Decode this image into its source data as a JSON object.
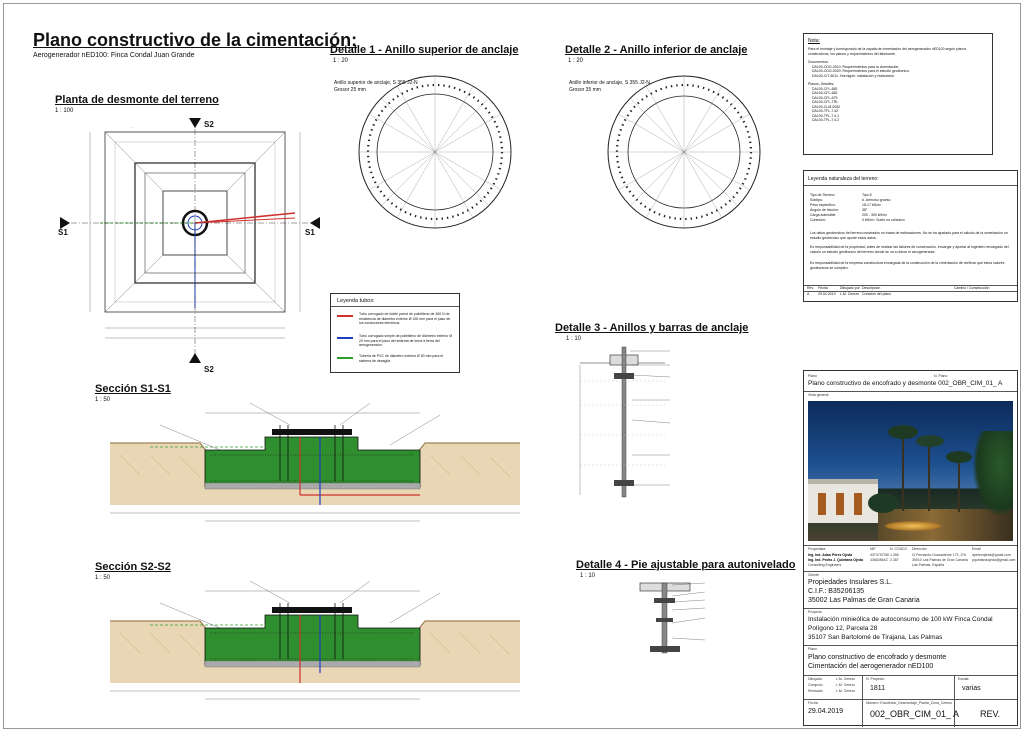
{
  "header": {
    "title": "Plano constructivo de la cimentación:",
    "subtitle": "Aerogenerador nED100: Finca Condal Juan Grande"
  },
  "plan": {
    "title": "Planta de desmonte del terreno",
    "scale": "1 : 100",
    "s1": "S1",
    "s2": "S2"
  },
  "detail1": {
    "title": "Detalle 1 - Anillo superior de anclaje",
    "scale": "1 : 20",
    "label1": "Anillo superior de anclaje, S 355 J2-N",
    "label2": "Grosor 25 mm"
  },
  "detail2": {
    "title": "Detalle 2 - Anillo inferior de anclaje",
    "scale": "1 : 20",
    "label1": "Anillo inferior de anclaje, S 355 J2-N",
    "label2": "Grosor 35 mm"
  },
  "detail3": {
    "title": "Detalle 3 - Anillos y barras de anclaje",
    "scale": "1 : 10"
  },
  "detail4": {
    "title": "Detalle 4 - Pie ajustable para autonivelado",
    "scale": "1 : 10"
  },
  "section1": {
    "title": "Sección S1-S1",
    "scale": "1 : 50"
  },
  "section2": {
    "title": "Sección S2-S2",
    "scale": "1 : 50"
  },
  "legend_tubes": {
    "title": "Leyenda tubos:",
    "items": [
      {
        "color": "#d0312d",
        "text": "Tubo corrugado de doble pared de polietileno de 450 N de resistencia de diámetro exterior Ø 160 mm para el paso de los conductores eléctricos."
      },
      {
        "color": "#1f3fbf",
        "text": "Tubo corrugado simple de polietileno de diámetro exterior Ø 20 mm para el paso del sistema de toma a tierra del aerogenerador."
      },
      {
        "color": "#2e9e2e",
        "text": "Tubería de PVC de diámetro exterior Ø 50 mm para el sistema de desagüe."
      }
    ]
  },
  "notes": {
    "title": "Nota:",
    "text": "Para el montaje y hormigonado de la zapata de cimentación del aerogenerador nED100 según planos constructivos, los planos y requerimientos del fabricante.",
    "docs_title": "Documentos:",
    "docs": [
      "DA100-CDG-0010: Requerimientos para la cimentación.",
      "DA100-CDG-0020: Requerimientos para el estudio geotécnico.",
      "DA100-CIT-6011: Hormigón: instalación y realización."
    ],
    "plans_title": "Planos, Detalles:",
    "plans": [
      "DA100-CFL-682",
      "DA100-CFL-682",
      "DA100-CFL-679",
      "DA100-CFL-TRL",
      "DA100-CLM-0052",
      "DA100-TFL-7.42",
      "DA100-TFL-7.4.1",
      "DA100-TFL-7.4.2"
    ]
  },
  "soil": {
    "title": "Leyenda naturaleza del terreno:",
    "rows": [
      [
        "Tipo de Terreno:",
        "Tipo 6"
      ],
      [
        "Subtipo:",
        "6. Arenoso grueso"
      ],
      [
        "Peso específico:",
        "18-17 kN/m³"
      ],
      [
        "Ángulo de fricción:",
        "38°"
      ],
      [
        "Carga admisible:",
        "200 - 300 kN/m²"
      ],
      [
        "Cohesión:",
        "0 kN/m²: Suelo no cohesivo"
      ]
    ],
    "para": [
      "Los datos geotécnicos del terreno mostrados no tratan de estimaciones. No se ha ajustado para el cálculo de la cimentación un estudio geotécnico que aporte estos datos.",
      "Es responsabilidad de la propiedad, antes de realizar las labores de construcción, encargar y aportar al ingeniero encargado del cálculo un estudio geotécnico del terreno donde se va a ubicar el aerogenerador.",
      "Es responsabilidad de la empresa constructora encargada de la construcción de la cimentación de verificar que estos valores geotécnicos se cumplen."
    ],
    "rev_headers": [
      "Rev.",
      "Fecha",
      "Dibujado por",
      "Descripción",
      "Cambio / Construcción"
    ],
    "rev_row": [
      "A",
      "29.04.2019",
      "L.M. Cerezo",
      "Creación del plano",
      ""
    ]
  },
  "title_block": {
    "plan_lbl": "Plano",
    "plan_no_lbl": "N. Plano",
    "plan_title": "Plano constructivo de encofrado y desmonte 002_OBR_CIM_01_ A",
    "vista_lbl": "Vista general",
    "prop_headers": [
      "Proyectista",
      "NIF",
      "N. COIICO",
      "Dirección",
      "Email"
    ],
    "prop_rows": [
      [
        "Ing. Ind. Adan Pérez Ojeda",
        "43737973W",
        "1.266",
        "Cl Fernando Guanarteme 173, 2ºA",
        "aperezojeda@gmail.com"
      ],
      [
        "Ing. Ind. Pedro J. Quintana Ojeda",
        "43663564Z",
        "2.387",
        "35010 Las Palmas de Gran Canaria",
        "pquintanaojeda@gmail.com"
      ],
      [
        "Consulting Engineers",
        "",
        "",
        "Las Palmas, España",
        ""
      ]
    ],
    "client_lbl": "Cliente",
    "client": [
      "Propiedades Insulares S.L.",
      "C.I.F.: B35206135",
      "35002 Las Palmas de Gran Canaria"
    ],
    "project_lbl": "Proyecto",
    "project": [
      "Instalación minieólica de autoconsumo de 100 kW Finca Condal",
      "Polígono 12, Parcela 28",
      "35107 San Bartolomé de Tirajana, Las Palmas"
    ],
    "plan2_lbl": "Plano",
    "plan2": [
      "Plano constructivo de encofrado y desmonte",
      "Cimentación del aerogenerador nED100"
    ],
    "drawn_lbl": "Dibujado",
    "drawn": "L.M. Cerezo",
    "checked_lbl": "Comprob.",
    "checked": "L.M. Cerezo",
    "reviewed_lbl": "Revisado",
    "reviewed": "L.M. Cerezo",
    "proj_no_lbl": "N. Proyecto",
    "proj_no": "1811",
    "escala_lbl": "Escala",
    "escala": "varias",
    "fecha_lbl": "Fecha",
    "fecha": "29.04.2019",
    "code": "002_OBR_CIM_01_ A",
    "rev": "REV.",
    "footer_small": "Número: Encofrado_Desmontaje_Planta_Zona_Cerezo"
  }
}
